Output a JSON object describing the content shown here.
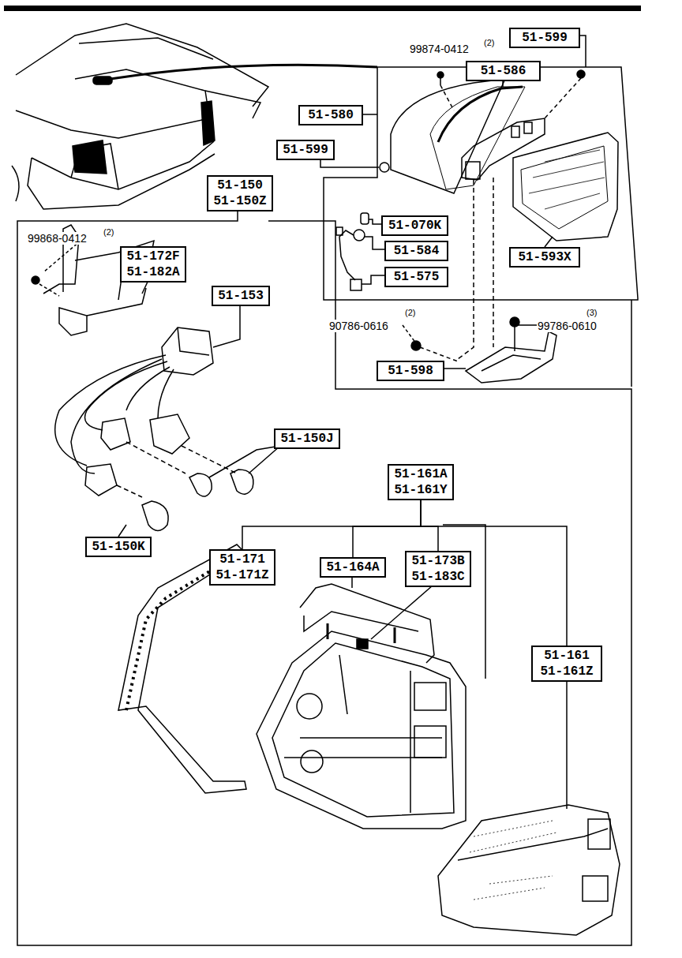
{
  "diagram": {
    "nodes": [
      {
        "text": [
          "51-599"
        ]
      },
      {
        "text": [
          "51-586"
        ]
      },
      {
        "text": [
          "51-580"
        ]
      },
      {
        "text": [
          "51-599"
        ]
      },
      {
        "text": [
          "51-150",
          "51-150Z"
        ]
      },
      {
        "text": [
          "51-070K"
        ]
      },
      {
        "text": [
          "51-584"
        ]
      },
      {
        "text": [
          "51-575"
        ]
      },
      {
        "text": [
          "51-593X"
        ]
      },
      {
        "text": [
          "51-172F",
          "51-182A"
        ]
      },
      {
        "text": [
          "51-153"
        ]
      },
      {
        "text": [
          "51-598"
        ]
      },
      {
        "text": [
          "51-150J"
        ]
      },
      {
        "text": [
          "51-161A",
          "51-161Y"
        ]
      },
      {
        "text": [
          "51-171",
          "51-171Z"
        ]
      },
      {
        "text": [
          "51-164A"
        ]
      },
      {
        "text": [
          "51-173B",
          "51-183C"
        ]
      },
      {
        "text": [
          "51-161",
          "51-161Z"
        ]
      },
      {
        "text": [
          "51-150K"
        ]
      }
    ],
    "edges": [
      {
        "from": 13,
        "to": 14,
        "arrow": "none"
      },
      {
        "from": 13,
        "to": 15,
        "arrow": "none"
      },
      {
        "from": 13,
        "to": 16,
        "arrow": "none"
      },
      {
        "from": 13,
        "to": 17,
        "arrow": "none"
      }
    ],
    "labels": [
      "99874-0412",
      "(2)",
      "99868-0412",
      "(2)",
      "(2)",
      "90786-0616",
      "(3)",
      "99786-0610"
    ]
  }
}
